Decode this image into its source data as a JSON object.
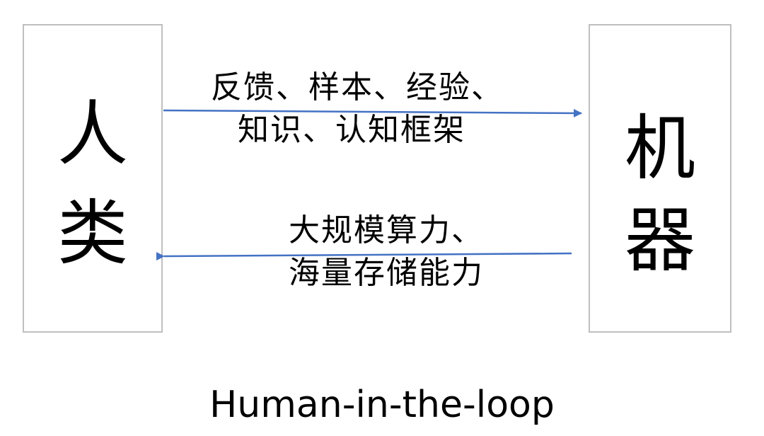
{
  "left_box": {
    "label_line1": "人",
    "label_line2": "类"
  },
  "right_box": {
    "label_line1": "机",
    "label_line2": "器"
  },
  "human_to_machine": {
    "line1": "反馈、样本、经验、",
    "line2": "知识、认知框架"
  },
  "machine_to_human": {
    "line1": "大规模算力、",
    "line2": "海量存储能力"
  },
  "caption": "Human-in-the-loop",
  "colors": {
    "arrow": "#4472c4",
    "box_border": "#bfbfbf",
    "text": "#000000"
  }
}
